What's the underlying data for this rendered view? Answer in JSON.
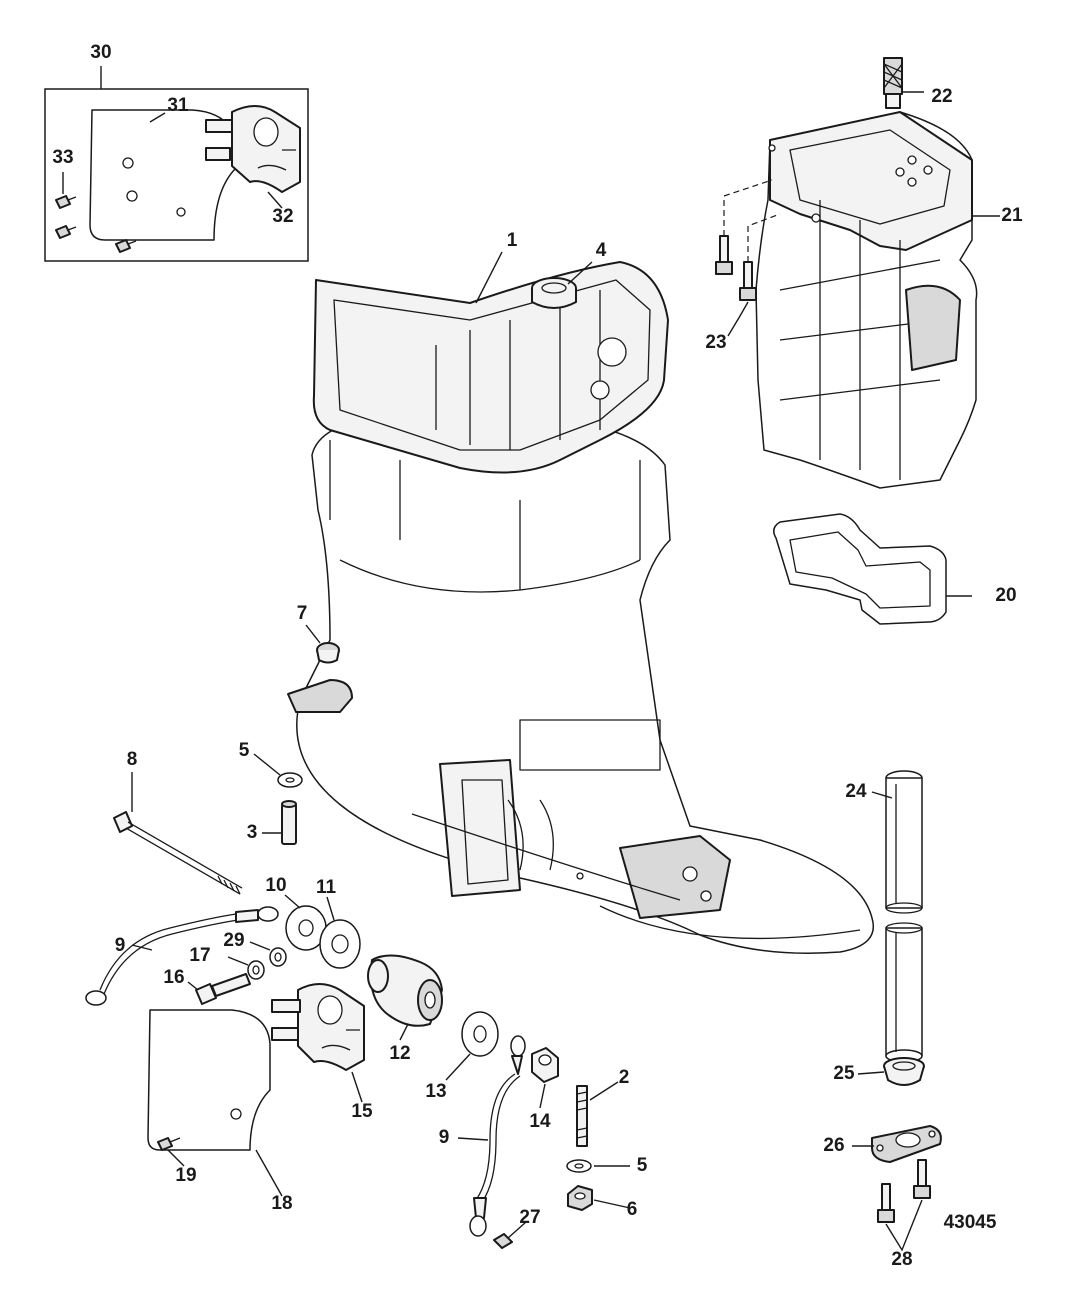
{
  "diagram_number": "43045",
  "labels": {
    "l1": "1",
    "l2": "2",
    "l3": "3",
    "l4": "4",
    "l5a": "5",
    "l5b": "5",
    "l6": "6",
    "l7": "7",
    "l8": "8",
    "l9a": "9",
    "l9b": "9",
    "l10": "10",
    "l11": "11",
    "l12": "12",
    "l13": "13",
    "l14": "14",
    "l15": "15",
    "l16": "16",
    "l17": "17",
    "l18": "18",
    "l19": "19",
    "l20": "20",
    "l21": "21",
    "l22": "22",
    "l23": "23",
    "l24": "24",
    "l25": "25",
    "l26": "26",
    "l27": "27",
    "l28": "28",
    "l29": "29",
    "l30": "30",
    "l31": "31",
    "l32": "32",
    "l33": "33"
  }
}
